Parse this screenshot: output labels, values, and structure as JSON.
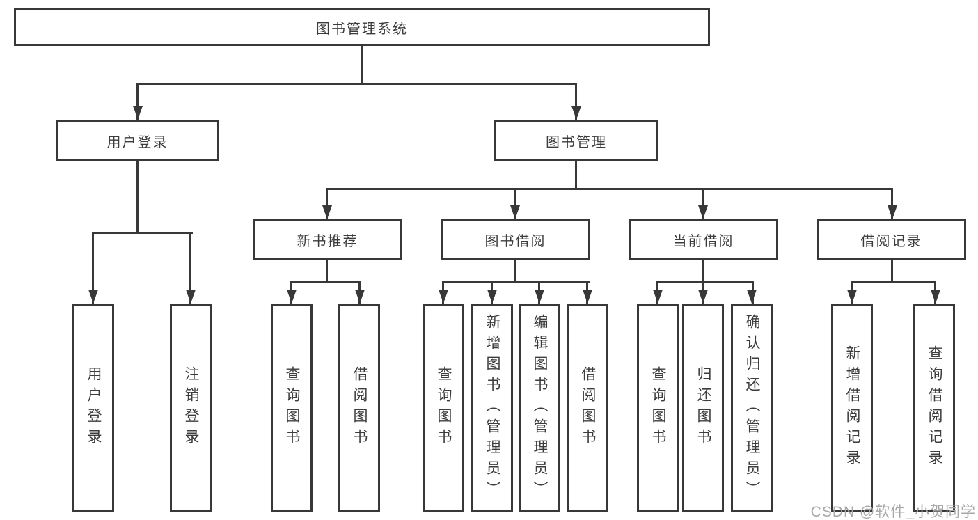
{
  "diagram_title": "图书管理系统",
  "nodes": {
    "system": "图书管理系统",
    "user_login": "用户登录",
    "book_mgmt": "图书管理",
    "new_book_rec": "新书推荐",
    "book_borrow": "图书借阅",
    "current_borrow": "当前借阅",
    "borrow_record": "借阅记录",
    "login_leaf": "用户登录",
    "logout_leaf": "注销登录",
    "rec_query_book": "查询图书",
    "rec_borrow_book": "借阅图书",
    "bb_query_book": "查询图书",
    "bb_add_book": "新增图书（管理员）",
    "bb_edit_book": "编辑图书（管理员）",
    "bb_borrow_book": "借阅图书",
    "cb_query_book": "查询图书",
    "cb_return_book": "归还图书",
    "cb_confirm_return": "确认归还（管理员）",
    "br_add_record": "新增借阅记录",
    "br_query_record": "查询借阅记录"
  },
  "hierarchy": {
    "root": "图书管理系统",
    "children": [
      {
        "label": "用户登录",
        "children": [
          "用户登录",
          "注销登录"
        ]
      },
      {
        "label": "图书管理",
        "children": [
          {
            "label": "新书推荐",
            "children": [
              "查询图书",
              "借阅图书"
            ]
          },
          {
            "label": "图书借阅",
            "children": [
              "查询图书",
              "新增图书（管理员）",
              "编辑图书（管理员）",
              "借阅图书"
            ]
          },
          {
            "label": "当前借阅",
            "children": [
              "查询图书",
              "归还图书",
              "确认归还（管理员）"
            ]
          },
          {
            "label": "借阅记录",
            "children": [
              "新增借阅记录",
              "查询借阅记录"
            ]
          }
        ]
      }
    ]
  },
  "watermark": "CSDN @软件_小贺同学",
  "colors": {
    "line": "#383838",
    "text": "#3c3c3c",
    "watermark": "#a8a8a8",
    "background": "#ffffff"
  }
}
